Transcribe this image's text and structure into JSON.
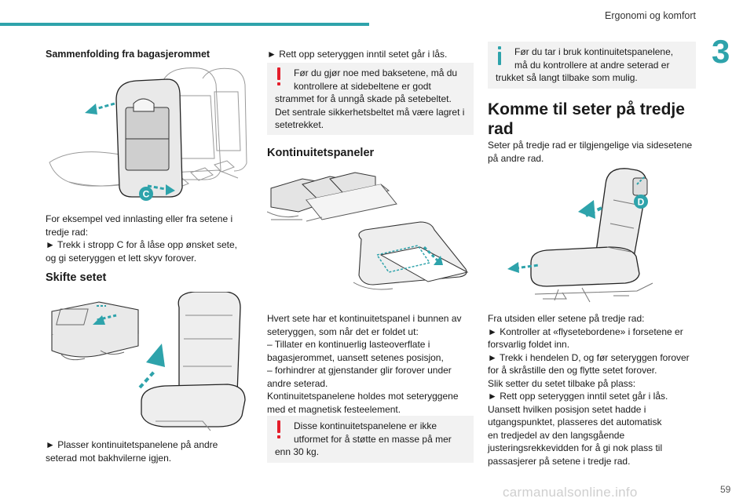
{
  "header": {
    "chapter_title": "Ergonomi og komfort",
    "chapter_number": "3",
    "accent_color": "#2ea3ab",
    "warning_color": "#e41e2b"
  },
  "col1": {
    "heading_fold": "Sammenfolding fra bagasjerommet",
    "label_c": "C",
    "para_fold": [
      "For eksempel ved innlasting eller fra setene i",
      "tredje rad:",
      "► Trekk i stropp C for å låse opp ønsket sete,",
      "og gi seteryggen et lett skyv forover."
    ],
    "heading_move": "Skifte setet",
    "para_move": [
      "► Plasser kontinuitetspanelene på andre",
      "seterad mot bakhvilerne igjen."
    ]
  },
  "col2": {
    "para_top": "► Rett opp seteryggen inntil setet går i lås.",
    "warn1": [
      "Før du gjør noe med baksetene, må du",
      "kontrollere at sidebeltene er godt",
      "strammet for å unngå skade på setebeltet.",
      "Det sentrale sikkerhetsbeltet må være lagret i",
      "setetrekket."
    ],
    "heading_panels": "Kontinuitetspaneler",
    "para_panels": [
      "Hvert sete har et kontinuitetspanel i bunnen av",
      "seteryggen, som når det er foldet ut:",
      "– Tillater en kontinuerlig lasteoverflate i",
      "bagasjerommet, uansett setenes posisjon,",
      "– forhindrer at gjenstander glir forover under",
      "andre seterad.",
      "Kontinuitetspanelene holdes mot seteryggene",
      "med et magnetisk festeelement."
    ],
    "warn2": [
      "Disse kontinuitetspanelene er ikke",
      "utformet for å støtte en masse på mer",
      "enn 30 kg."
    ]
  },
  "col3": {
    "info": [
      "Før du tar i bruk kontinuitetspanelene,",
      "må du kontrollere at andre seterad er",
      "trukket så langt tilbake som mulig."
    ],
    "heading_access": [
      "Komme til seter på tredje",
      "rad"
    ],
    "para_access": [
      "Seter på tredje rad er tilgjengelige via sidesetene",
      "på andre rad."
    ],
    "label_d": "D",
    "para_steps": [
      "Fra utsiden eller setene på tredje rad:",
      "► Kontroller at «flysetebordene» i forsetene er",
      "forsvarlig foldet inn.",
      "► Trekk i hendelen D, og før seteryggen forover",
      "for å skråstille den og flytte setet forover.",
      "Slik setter du setet tilbake på plass:",
      "► Rett opp seteryggen inntil setet går i lås.",
      "Uansett hvilken posisjon setet hadde i",
      "utgangspunktet, plasseres det automatisk",
      "en tredjedel av den langsgående",
      "justeringsrekkevidden for å gi nok plass til",
      "passasjerer på setene i tredje rad."
    ]
  },
  "footer": {
    "page_number": "59",
    "watermark": "carmanualsonline.info"
  }
}
